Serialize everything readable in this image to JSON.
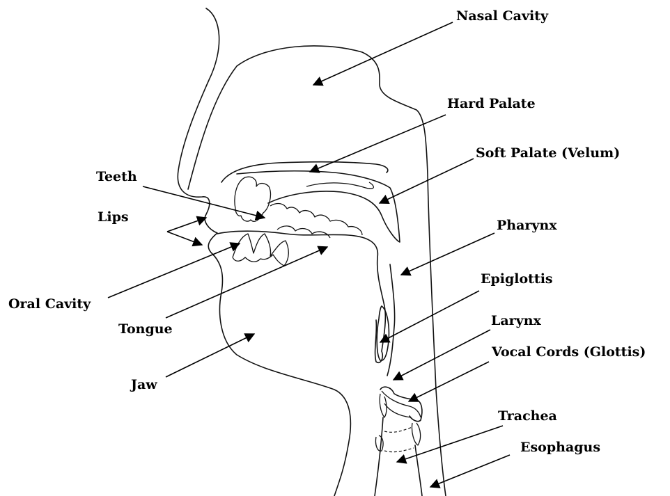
{
  "labels": {
    "nasal_cavity": "Nasal Cavity",
    "hard_palate": "Hard Palate",
    "soft_palate": "Soft Palate (Velum)",
    "teeth": "Teeth",
    "lips": "Lips",
    "pharynx": "Pharynx",
    "epiglottis": "Epiglottis",
    "oral_cavity": "Oral Cavity",
    "larynx": "Larynx",
    "tongue": "Tongue",
    "vocal_cords": "Vocal Cords (Glottis)",
    "jaw": "Jaw",
    "trachea": "Trachea",
    "esophagus": "Esophagus"
  },
  "colors": {
    "ink": "#111111",
    "background": "#ffffff"
  }
}
